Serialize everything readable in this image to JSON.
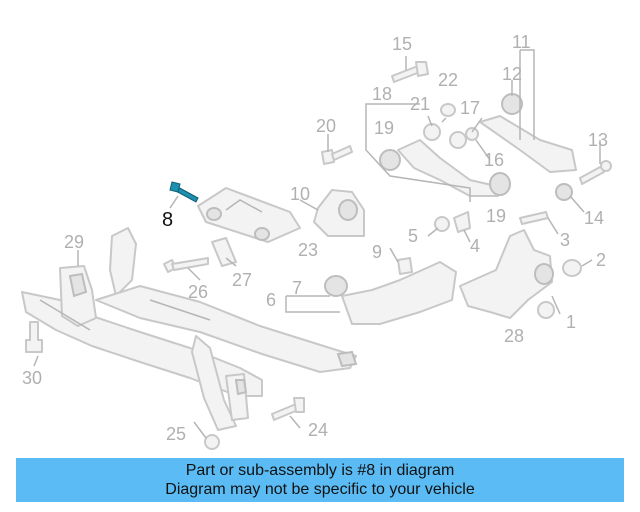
{
  "callouts": {
    "c1": "1",
    "c2": "2",
    "c3": "3",
    "c4": "4",
    "c5": "5",
    "c6": "6",
    "c7": "7",
    "c8": "8",
    "c9": "9",
    "c10": "10",
    "c11": "11",
    "c12": "12",
    "c13": "13",
    "c14": "14",
    "c15": "15",
    "c16": "16",
    "c17": "17",
    "c18": "18",
    "c19a": "19",
    "c19b": "19",
    "c20": "20",
    "c21": "21",
    "c22": "22",
    "c23": "23",
    "c24": "24",
    "c25": "25",
    "c26": "26",
    "c27": "27",
    "c28": "28",
    "c29": "29",
    "c30": "30"
  },
  "highlighted_part": "8",
  "colors": {
    "highlight_bolt": "#1f8fb0",
    "banner_bg": "#5bbcf5",
    "part_outline": "#c8c8c8"
  },
  "banner": {
    "line1": "Part or sub-assembly is #8 in diagram",
    "line2": "Diagram may not be specific to your vehicle"
  }
}
